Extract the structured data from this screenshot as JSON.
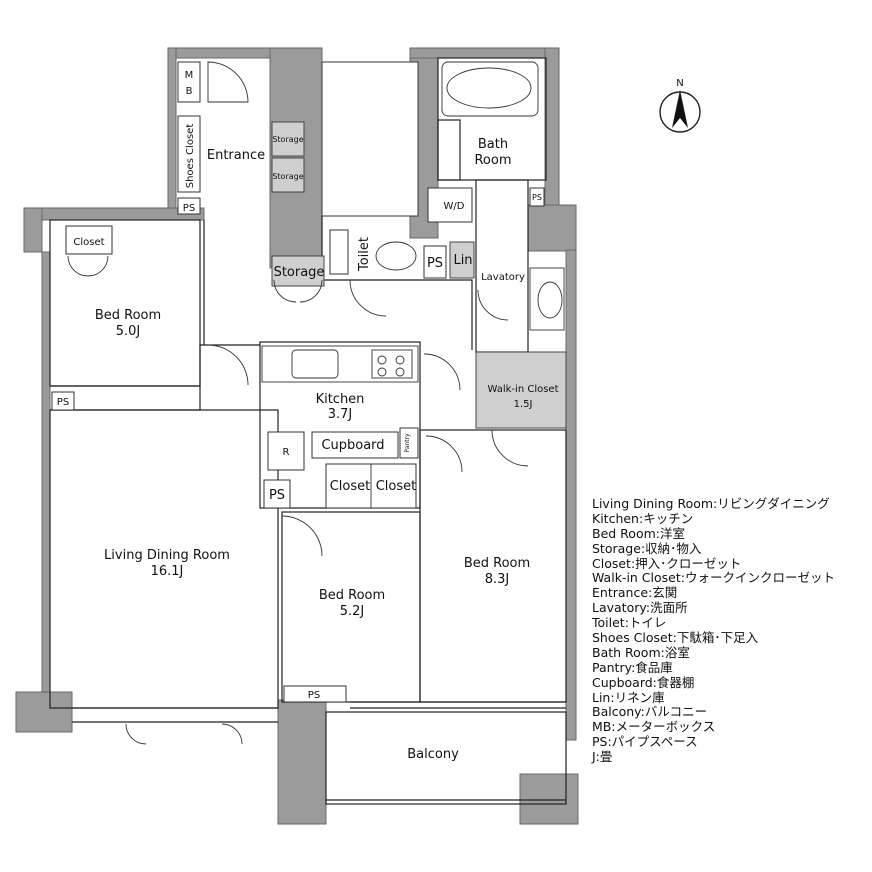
{
  "compass": {
    "label": "N"
  },
  "rooms": {
    "mb": "M\nB",
    "shoes_closet": "Shoes Closet",
    "entrance": "Entrance",
    "storage_small_1": "Storage",
    "storage_small_2": "Storage",
    "ps_entrance": "PS",
    "bath_room_1": "Bath",
    "bath_room_2": "Room",
    "wd": "W/D",
    "ps_bath": "PS",
    "closet_bed1": "Closet",
    "bed1_name": "Bed Room",
    "bed1_size": "5.0J",
    "storage_hall": "Storage",
    "toilet": "Toilet",
    "ps_toilet": "PS",
    "lin": "Lin",
    "lavatory": "Lavatory",
    "ps_living": "PS",
    "kitchen_name": "Kitchen",
    "kitchen_size": "3.7J",
    "walkin_name": "Walk-in Closet",
    "walkin_size": "1.5J",
    "fridge": "R",
    "cupboard": "Cupboard",
    "pantry": "Pantry",
    "ps_kitchen": "PS",
    "closet_bed2_a": "Closet",
    "closet_bed2_b": "Closet",
    "living_name": "Living Dining Room",
    "living_size": "16.1J",
    "bed2_name": "Bed Room",
    "bed2_size": "5.2J",
    "bed3_name": "Bed Room",
    "bed3_size": "8.3J",
    "ps_balcony": "PS",
    "balcony": "Balcony"
  },
  "legend": [
    "Living Dining Room:リビングダイニング",
    "Kitchen:キッチン",
    "Bed Room:洋室",
    "Storage:収納･物入",
    "Closet:押入･クローゼット",
    "Walk-in Closet:ウォークインクローゼット",
    "Entrance:玄関",
    "Lavatory:洗面所",
    "Toilet:トイレ",
    "Shoes Closet:下駄箱･下足入",
    "Bath Room:浴室",
    "Pantry:食品庫",
    "Cupboard:食器棚",
    "Lin:リネン庫",
    "Balcony:バルコニー",
    "MB:メーターボックス",
    "PS:パイプスペース",
    "J:畳"
  ]
}
